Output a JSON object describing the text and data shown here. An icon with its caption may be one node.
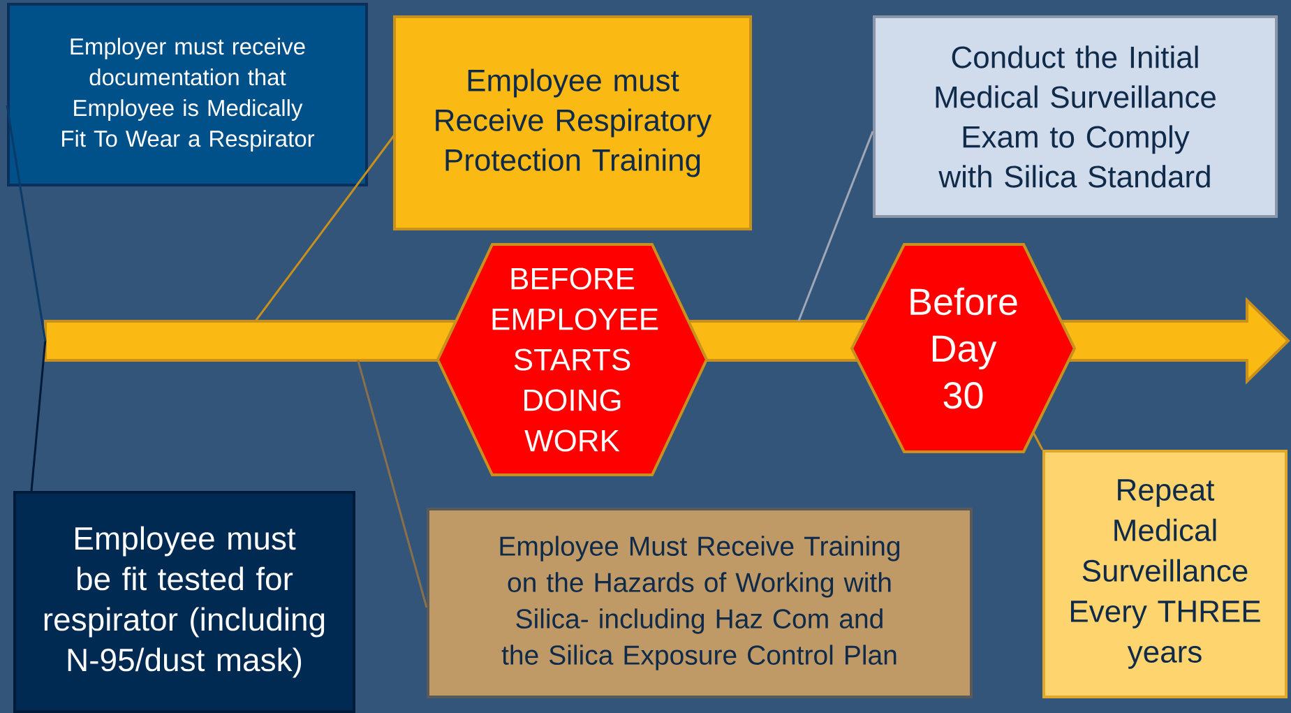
{
  "diagram": {
    "nodes": [
      {
        "text": [
          "Employer must receive documentation that Employee is Medically Fit To Wear a Respirator"
        ]
      },
      {
        "text": [
          "Employee must Receive Respiratory Protection Training"
        ]
      },
      {
        "text": [
          "Conduct the Initial Medical Surveillance Exam to Comply with Silica Standard"
        ]
      },
      {
        "text": [
          "BEFORE EMPLOYEE STARTS DOING WORK"
        ]
      },
      {
        "text": [
          "Before Day 30"
        ]
      },
      {
        "text": [
          "Employee must be fit tested for respirator (including N-95/dust mask)"
        ]
      },
      {
        "text": [
          "Employee Must Receive Training on the Hazards of Working with Silica- including Haz Com and the Silica Exposure Control Plan"
        ]
      },
      {
        "text": [
          "Repeat Medical Surveillance Every THREE years"
        ]
      },
      {
        "text": [],
        "shape": "arrow"
      }
    ],
    "edges": [
      {
        "from": 0,
        "to": 8,
        "arrow": "none",
        "color": "#0a3a6a"
      },
      {
        "from": 1,
        "to": 8,
        "arrow": "none",
        "color": "#c8901c"
      },
      {
        "from": 2,
        "to": 8,
        "arrow": "none",
        "color": "#a0a8b8"
      },
      {
        "from": 5,
        "to": 8,
        "arrow": "none",
        "color": "#001a3a"
      },
      {
        "from": 6,
        "to": 8,
        "arrow": "none",
        "color": "#8a7048"
      },
      {
        "from": 7,
        "to": 4,
        "arrow": "none",
        "color": "#c8901c"
      }
    ]
  }
}
